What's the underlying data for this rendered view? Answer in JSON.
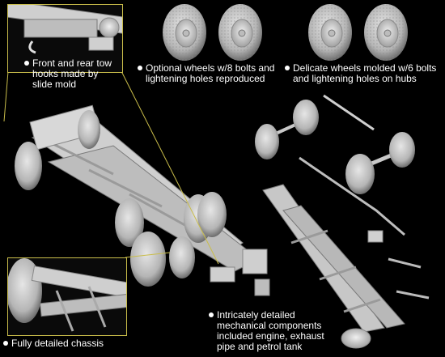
{
  "captions": {
    "tow_hooks": [
      "Front and rear tow",
      "hooks made by",
      "slide mold"
    ],
    "optional_wheels": [
      "Optional wheels w/8 bolts and",
      "lightening holes reproduced"
    ],
    "delicate_wheels": [
      "Delicate wheels molded w/6 bolts",
      "and lightening holes on hubs"
    ],
    "chassis": [
      "Fully detailed chassis"
    ],
    "mechanical": [
      "Intricately detailed",
      "mechanical components",
      "included engine, exhaust",
      "pipe and petrol tank"
    ]
  },
  "colors": {
    "background": "#000000",
    "inset_border": "#c9bd4a",
    "model_light": "#d9d9d9",
    "model_mid": "#a8a8a8",
    "model_dark": "#6e6e6e"
  }
}
